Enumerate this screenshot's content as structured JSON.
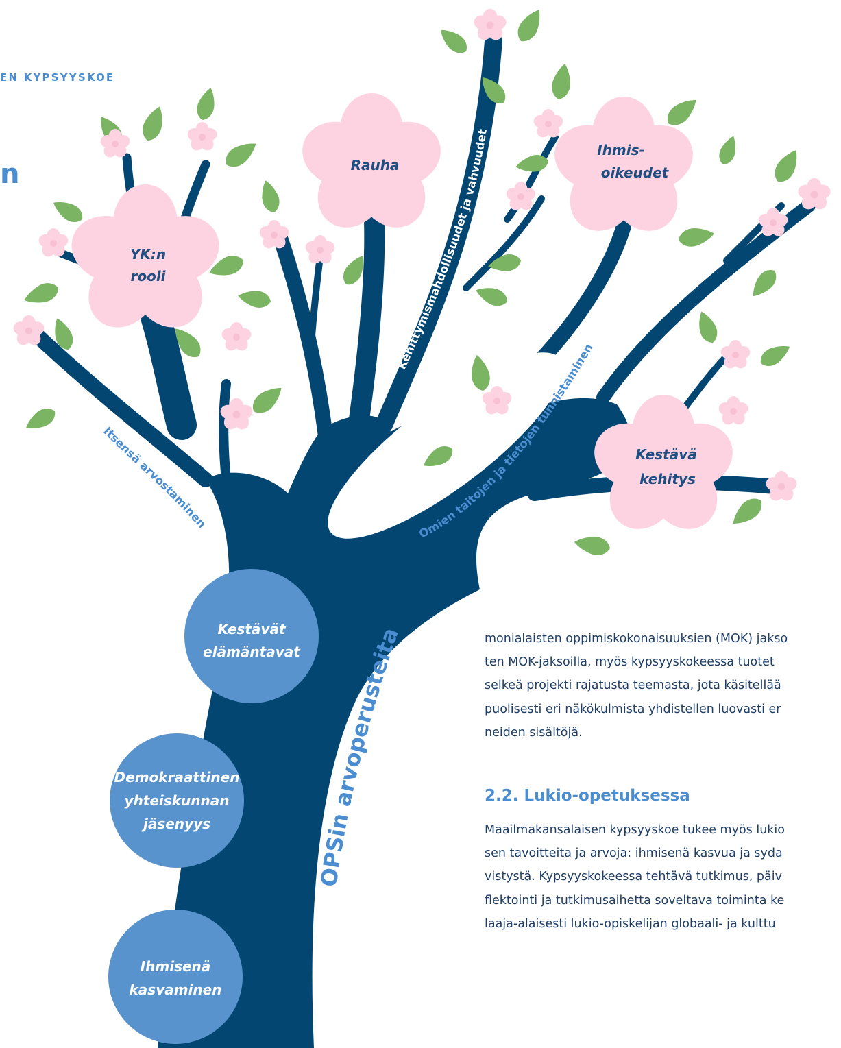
{
  "header": {
    "running_title": "EN KYPSYYSKOE",
    "edge_fragment": "n"
  },
  "tree": {
    "trunk_label": "OPSin arvoperusteita",
    "branch_labels": {
      "left": "Itsensä arvostaminen",
      "center": "Kehittymismahdollisuudet ja vahvuudet",
      "loop": "Omien taitojen ja tietojen tunnistaminen"
    },
    "blossoms": {
      "yk": [
        "YK:n",
        "rooli"
      ],
      "rauha": "Rauha",
      "ihmisoikeudet": [
        "Ihmis-",
        "oikeudet"
      ],
      "kestava": [
        "Kestävä",
        "kehitys"
      ]
    },
    "circles": {
      "kestavat": [
        "Kestävät",
        "elämäntavat"
      ],
      "demokraattinen": [
        "Demokraattinen",
        "yhteiskunnan",
        "jäsenyys"
      ],
      "ihmisena": [
        "Ihmisenä",
        "kasvaminen"
      ]
    }
  },
  "paragraph1": [
    "monialaisten oppimiskokonaisuuksien (MOK) jakso",
    "ten MOK-jaksoilla, myös kypsyyskokeessa tuotet",
    "selkeä projekti rajatusta teemasta, jota käsitellää",
    "puolisesti eri näkökulmista yhdistellen luovasti er",
    "neiden sisältöjä."
  ],
  "section": {
    "heading": "2.2. Lukio-opetuksessa",
    "lines": [
      "Maailmakansalaisen kypsyyskoe tukee myös lukio",
      "sen tavoitteita ja arvoja: ihmisenä kasvua ja syda",
      "vistystä. Kypsyyskokeessa tehtävä tutkimus, päiv",
      "flektointi ja tutkimusaihetta soveltava toiminta ke",
      "laaja-alaisesti lukio-opiskelijan globaali- ja kulttu"
    ]
  },
  "colors": {
    "trunk": "#034672",
    "leaf": "#7bb564",
    "blossom": "#fdd3e1",
    "circle": "#5893cd",
    "accent": "#4a8dd0",
    "text": "#1f3f66",
    "label_dark": "#1f4f82"
  },
  "icons": {
    "leaf": "leaf-icon",
    "flower": "flower-icon"
  }
}
